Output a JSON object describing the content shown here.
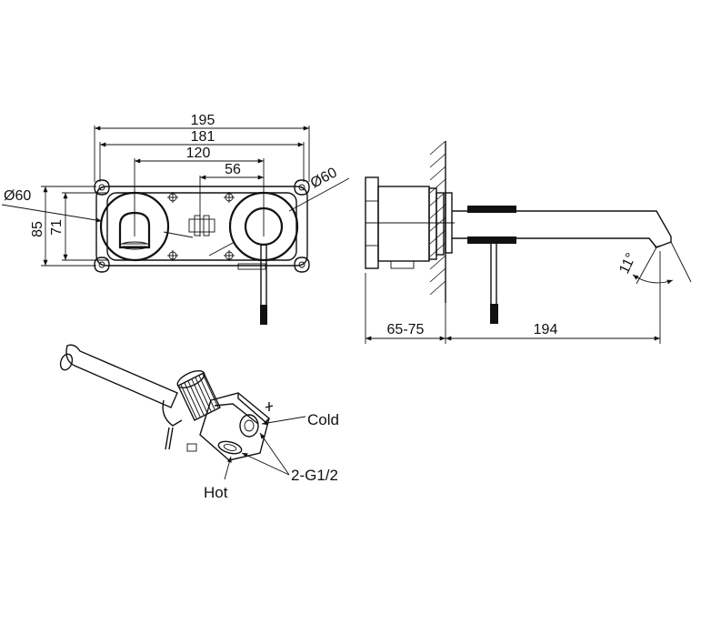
{
  "front_view": {
    "dim_total_width": "195",
    "dim_inner_width": "181",
    "dim_center_distance": "120",
    "dim_half_offset": "56",
    "dim_left_diameter": "Ø60",
    "dim_right_diameter": "Ø60",
    "dim_height_outer": "85",
    "dim_height_inner": "71"
  },
  "side_view": {
    "dim_wall_depth": "65-75",
    "dim_spout_length": "194",
    "dim_spout_angle": "11°"
  },
  "iso_view": {
    "label_cold": "Cold",
    "label_hot": "Hot",
    "label_connection": "2-G1/2"
  },
  "colors": {
    "line": "#111111",
    "background": "#ffffff"
  }
}
